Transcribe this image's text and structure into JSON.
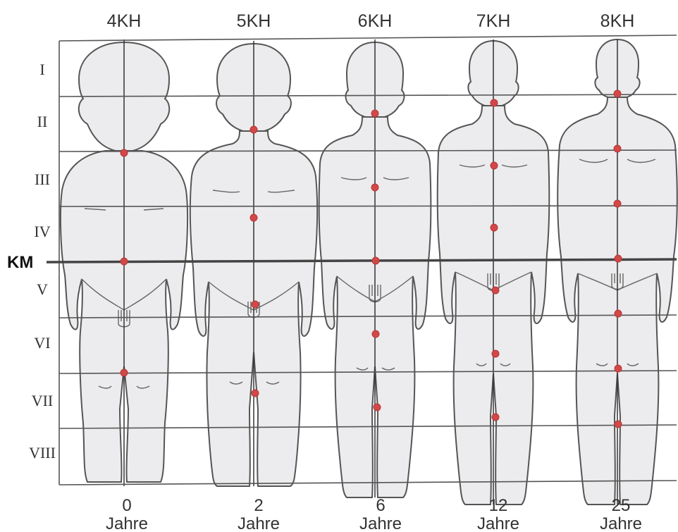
{
  "column_headers": [
    "4KH",
    "5KH",
    "6KH",
    "7KH",
    "8KH"
  ],
  "row_labels": [
    "I",
    "II",
    "III",
    "IV",
    "V",
    "VI",
    "VII",
    "VIII"
  ],
  "reference_line_label": "KM",
  "ages": [
    {
      "value": "0",
      "unit": "Jahre"
    },
    {
      "value": "2",
      "unit": "Jahre"
    },
    {
      "value": "6",
      "unit": "Jahre"
    },
    {
      "value": "12",
      "unit": "Jahre"
    },
    {
      "value": "25",
      "unit": "Jahre"
    }
  ],
  "colors": {
    "point": "#d24848",
    "body": "#ecebed",
    "line": "#555555"
  }
}
